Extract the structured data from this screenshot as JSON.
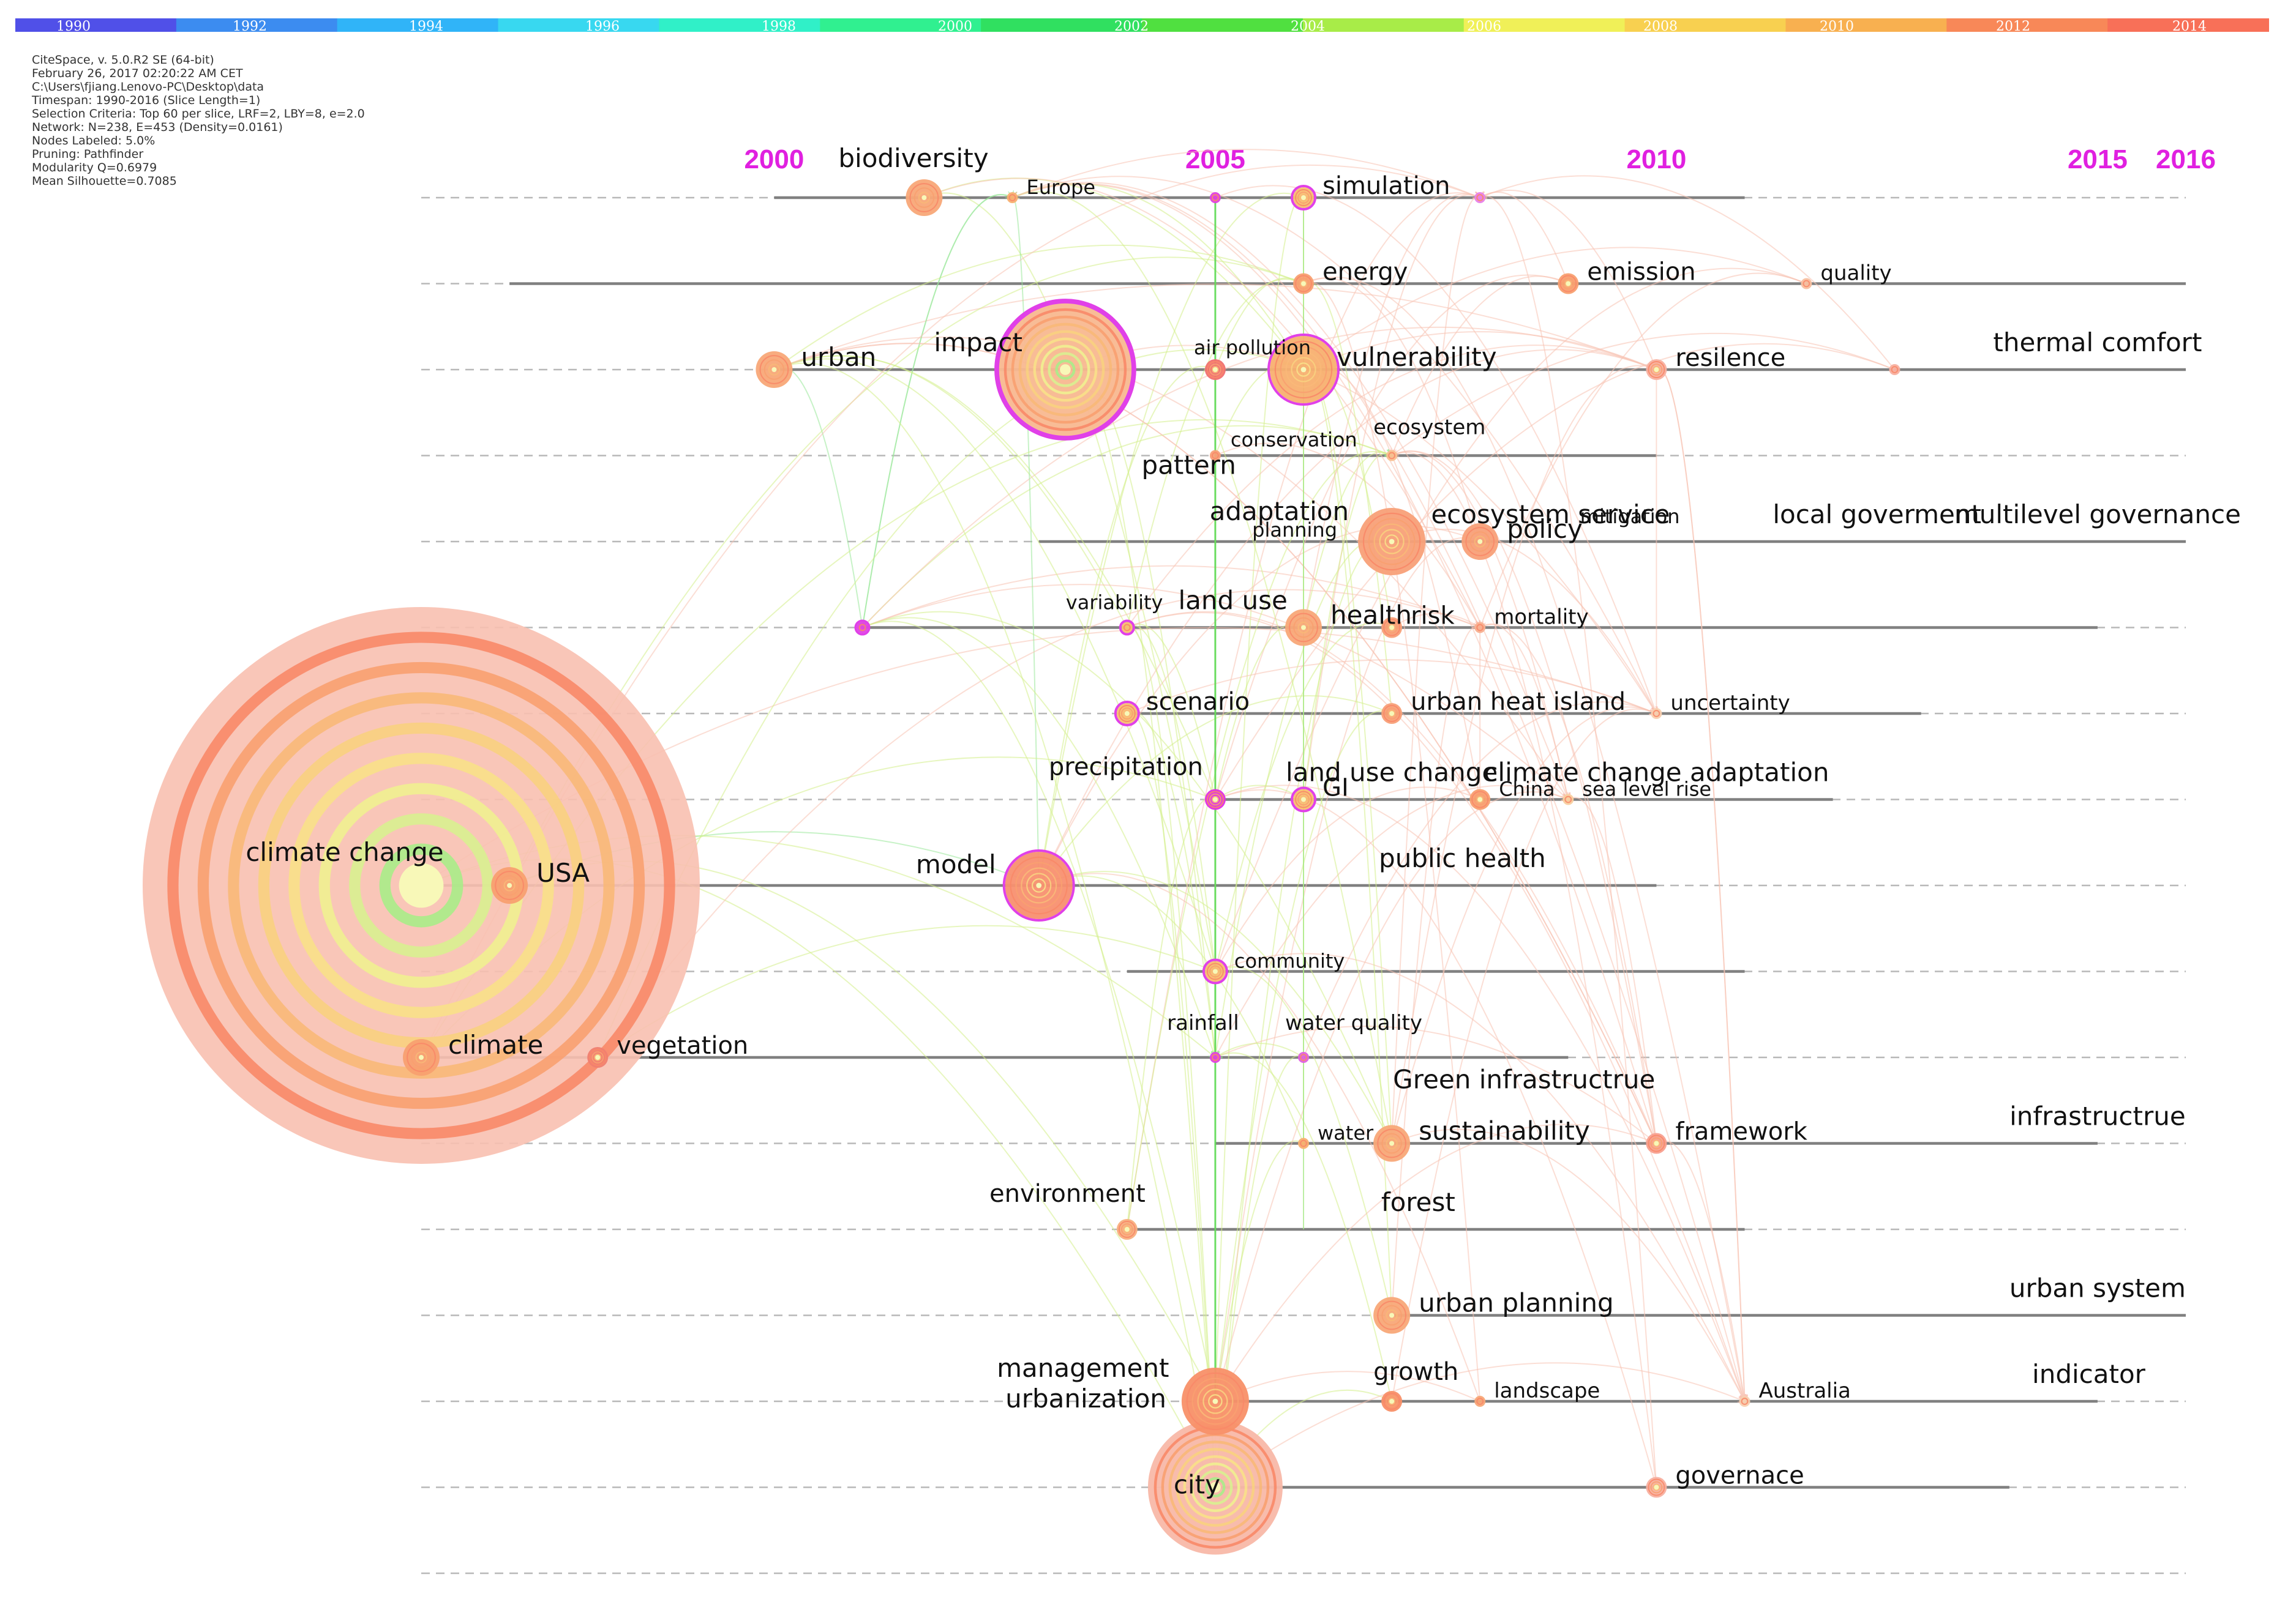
{
  "colorbar": {
    "labels": [
      "1990",
      "1992",
      "1994",
      "1996",
      "1998",
      "2000",
      "2002",
      "2004",
      "2006",
      "2008",
      "2010",
      "2012",
      "2014"
    ],
    "colors": [
      "#5050e8",
      "#3c8cf0",
      "#30b4f8",
      "#38d8f0",
      "#30f0c8",
      "#30f090",
      "#30e060",
      "#50e040",
      "#a8ec48",
      "#f0f058",
      "#f8d050",
      "#f8b050",
      "#f88858",
      "#f87058"
    ]
  },
  "info_lines": [
    "CiteSpace, v. 5.0.R2 SE (64-bit)",
    "February 26, 2017 02:20:22 AM CET",
    "C:\\Users\\fjiang.Lenovo-PC\\Desktop\\data",
    "Timespan: 1990-2016 (Slice Length=1)",
    "Selection Criteria: Top 60 per slice, LRF=2, LBY=8, e=2.0",
    "Network: N=238, E=453 (Density=0.0161)",
    "Nodes Labeled: 5.0%",
    "Pruning: Pathfinder",
    "Modularity Q=0.6979",
    "Mean Silhouette=0.7085"
  ],
  "year_labels": [
    {
      "text": "2000",
      "year": 2000
    },
    {
      "text": "2005",
      "year": 2005
    },
    {
      "text": "2010",
      "year": 2010
    },
    {
      "text": "2015",
      "year": 2015
    },
    {
      "text": "2016",
      "year": 2016
    }
  ],
  "chart_data": {
    "type": "timeline",
    "x_range": [
      1996,
      2016
    ],
    "rows": [
      {
        "start": 2000,
        "end": 2011
      },
      {
        "start": 1997,
        "end": 2016
      },
      {
        "start": 2000,
        "end": 2016
      },
      {
        "start": 2005,
        "end": 2010
      },
      {
        "start": 2003,
        "end": 2016
      },
      {
        "start": 2001,
        "end": 2015
      },
      {
        "start": 2004,
        "end": 2013
      },
      {
        "start": 2005,
        "end": 2012
      },
      {
        "start": 1996,
        "end": 2010
      },
      {
        "start": 2004,
        "end": 2011
      },
      {
        "start": 1996,
        "end": 2009
      },
      {
        "start": 2005,
        "end": 2015
      },
      {
        "start": 2004,
        "end": 2011
      },
      {
        "start": 2007,
        "end": 2016
      },
      {
        "start": 2005,
        "end": 2015
      },
      {
        "start": 2005,
        "end": 2014
      }
    ],
    "nodes": [
      {
        "label": "biodiversity",
        "year": 2001.7,
        "row": 0,
        "size": "m",
        "color": "#f8a878",
        "ring": "none"
      },
      {
        "label": "Europe",
        "year": 2002.7,
        "row": 0,
        "size": "xs",
        "color": "#f8b070",
        "ring": "none"
      },
      {
        "label": "",
        "year": 2005.0,
        "row": 0,
        "size": "xs",
        "color": "#e040e0",
        "ring": "none"
      },
      {
        "label": "simulation",
        "year": 2006.0,
        "row": 0,
        "size": "s",
        "color": "#f8c070",
        "ring": "magenta"
      },
      {
        "label": "",
        "year": 2008.0,
        "row": 0,
        "size": "xs",
        "color": "#e880e8",
        "ring": "none"
      },
      {
        "label": "energy",
        "year": 2006.0,
        "row": 1,
        "size": "s",
        "color": "#f8a070",
        "ring": "none"
      },
      {
        "label": "emission",
        "year": 2009.0,
        "row": 1,
        "size": "s",
        "color": "#f8a070",
        "ring": "none"
      },
      {
        "label": "quality",
        "year": 2011.7,
        "row": 1,
        "size": "xs",
        "color": "#f8c0a0",
        "ring": "none"
      },
      {
        "label": "urban",
        "year": 2000.0,
        "row": 2,
        "size": "m",
        "color": "#f8a878",
        "ring": "none"
      },
      {
        "label": "impact",
        "year": 2003.3,
        "row": 2,
        "size": "xl",
        "color": "#f8b890",
        "ring": "magenta"
      },
      {
        "label": "air pollution",
        "year": 2005.0,
        "row": 2,
        "size": "s",
        "color": "#f07070",
        "ring": "none"
      },
      {
        "label": "vulnerability",
        "year": 2006.0,
        "row": 2,
        "size": "l",
        "color": "#f8b070",
        "ring": "magenta"
      },
      {
        "label": "resilence",
        "year": 2010.0,
        "row": 2,
        "size": "s",
        "color": "#f8b0a0",
        "ring": "none"
      },
      {
        "label": "",
        "year": 2012.7,
        "row": 2,
        "size": "xs",
        "color": "#f8b0a0",
        "ring": "none"
      },
      {
        "label": "conservation",
        "year": 2005.0,
        "row": 3,
        "size": "xs",
        "color": "#f8a078",
        "ring": "none"
      },
      {
        "label": "ecosystem",
        "year": 2007.0,
        "row": 3,
        "size": "xs",
        "color": "#f8c090",
        "ring": "none"
      },
      {
        "label": "adaptation",
        "year": 2007.0,
        "row": 4,
        "size": "l",
        "color": "#f8a078",
        "ring": "none"
      },
      {
        "label": "policy",
        "year": 2008.0,
        "row": 4,
        "size": "m",
        "color": "#f8a078",
        "ring": "none"
      },
      {
        "label": "",
        "year": 2001.0,
        "row": 5,
        "size": "xs",
        "color": "#e040e0",
        "ring": "magenta"
      },
      {
        "label": "variability",
        "year": 2004.0,
        "row": 5,
        "size": "xs",
        "color": "#f8c070",
        "ring": "magenta"
      },
      {
        "label": "health",
        "year": 2006.0,
        "row": 5,
        "size": "m",
        "color": "#f8a878",
        "ring": "none"
      },
      {
        "label": "risk",
        "year": 2007.0,
        "row": 5,
        "size": "s",
        "color": "#f8a078",
        "ring": "none"
      },
      {
        "label": "mortality",
        "year": 2008.0,
        "row": 5,
        "size": "xs",
        "color": "#f8b090",
        "ring": "none"
      },
      {
        "label": "scenario",
        "year": 2004.0,
        "row": 6,
        "size": "s",
        "color": "#f8c070",
        "ring": "magenta"
      },
      {
        "label": "urban heat island",
        "year": 2007.0,
        "row": 6,
        "size": "s",
        "color": "#f8a078",
        "ring": "none"
      },
      {
        "label": "uncertainty",
        "year": 2010.0,
        "row": 6,
        "size": "xs",
        "color": "#f8d0b0",
        "ring": "none"
      },
      {
        "label": "precipitation",
        "year": 2005.0,
        "row": 7,
        "size": "s",
        "color": "#e030e0",
        "ring": "none"
      },
      {
        "label": "GI",
        "year": 2006.0,
        "row": 7,
        "size": "s",
        "color": "#f8c070",
        "ring": "magenta"
      },
      {
        "label": "China",
        "year": 2008.0,
        "row": 7,
        "size": "s",
        "color": "#f8a070",
        "ring": "none"
      },
      {
        "label": "sea level rise",
        "year": 2009.0,
        "row": 7,
        "size": "xs",
        "color": "#f8d0a0",
        "ring": "none"
      },
      {
        "label": "climate change",
        "year": 1996.0,
        "row": 8,
        "size": "xxl",
        "color": "#f8c0b0",
        "ring": "none"
      },
      {
        "label": "USA",
        "year": 1997.0,
        "row": 8,
        "size": "m",
        "color": "#f8a070",
        "ring": "none"
      },
      {
        "label": "model",
        "year": 2003.0,
        "row": 8,
        "size": "l",
        "color": "#f89070",
        "ring": "magenta"
      },
      {
        "label": "community",
        "year": 2005.0,
        "row": 9,
        "size": "s",
        "color": "#f8c070",
        "ring": "magenta"
      },
      {
        "label": "climate",
        "year": 1996.0,
        "row": 10,
        "size": "m",
        "color": "#f8a070",
        "ring": "none"
      },
      {
        "label": "vegetation",
        "year": 1998.0,
        "row": 10,
        "size": "s",
        "color": "#f08070",
        "ring": "none"
      },
      {
        "label": "rainfall",
        "year": 2005.0,
        "row": 10,
        "size": "xs",
        "color": "#e040e0",
        "ring": "none"
      },
      {
        "label": "water quality",
        "year": 2006.0,
        "row": 10,
        "size": "xs",
        "color": "#e060e0",
        "ring": "none"
      },
      {
        "label": "water",
        "year": 2006.0,
        "row": 11,
        "size": "xs",
        "color": "#f8b070",
        "ring": "none"
      },
      {
        "label": "sustainability",
        "year": 2007.0,
        "row": 11,
        "size": "m",
        "color": "#f8a878",
        "ring": "none"
      },
      {
        "label": "framework",
        "year": 2010.0,
        "row": 11,
        "size": "s",
        "color": "#f8a090",
        "ring": "none"
      },
      {
        "label": "environment",
        "year": 2004.0,
        "row": 12,
        "size": "s",
        "color": "#f8b080",
        "ring": "none"
      },
      {
        "label": "urban planning",
        "year": 2007.0,
        "row": 13,
        "size": "m",
        "color": "#f8a878",
        "ring": "none"
      },
      {
        "label": "urbanization",
        "year": 2005.0,
        "row": 14,
        "size": "l",
        "color": "#f89068",
        "ring": "none"
      },
      {
        "label": "growth",
        "year": 2007.0,
        "row": 14,
        "size": "s",
        "color": "#f89068",
        "ring": "none"
      },
      {
        "label": "landscape",
        "year": 2008.0,
        "row": 14,
        "size": "xs",
        "color": "#f8a878",
        "ring": "none"
      },
      {
        "label": "Australia",
        "year": 2011.0,
        "row": 14,
        "size": "xs",
        "color": "#f8d0b0",
        "ring": "none"
      },
      {
        "label": "city",
        "year": 2005.0,
        "row": 15,
        "size": "xl",
        "color": "#f8b8a8",
        "ring": "none"
      },
      {
        "label": "governace",
        "year": 2010.0,
        "row": 15,
        "size": "s",
        "color": "#f8b0a0",
        "ring": "none"
      }
    ],
    "extra_labels": [
      {
        "text": "pattern",
        "year": 2004.7,
        "row": 3
      },
      {
        "text": "ecosystem service",
        "year": 2008.8,
        "row": 4
      },
      {
        "text": "mitigation",
        "year": 2009.7,
        "row": 4
      },
      {
        "text": "local goverment",
        "year": 2012.5,
        "row": 4
      },
      {
        "text": "multilevel governance",
        "year": 2015.0,
        "row": 4
      },
      {
        "text": "planning",
        "year": 2005.9,
        "row": 4
      },
      {
        "text": "land use",
        "year": 2005.2,
        "row": 5
      },
      {
        "text": "land use change",
        "year": 2007.0,
        "row": 7
      },
      {
        "text": "climate change adaptation",
        "year": 2010.0,
        "row": 7
      },
      {
        "text": "public health",
        "year": 2007.8,
        "row": 8
      },
      {
        "text": "Green infrastructrue",
        "year": 2008.5,
        "row": 11
      },
      {
        "text": "infrastructrue",
        "year": 2015.0,
        "row": 11
      },
      {
        "text": "forest",
        "year": 2007.3,
        "row": 12
      },
      {
        "text": "urban system",
        "year": 2015.0,
        "row": 13
      },
      {
        "text": "management",
        "year": 2003.5,
        "row": 14
      },
      {
        "text": "indicator",
        "year": 2014.9,
        "row": 14
      },
      {
        "text": "thermal comfort",
        "year": 2015.0,
        "row": 2
      }
    ]
  }
}
